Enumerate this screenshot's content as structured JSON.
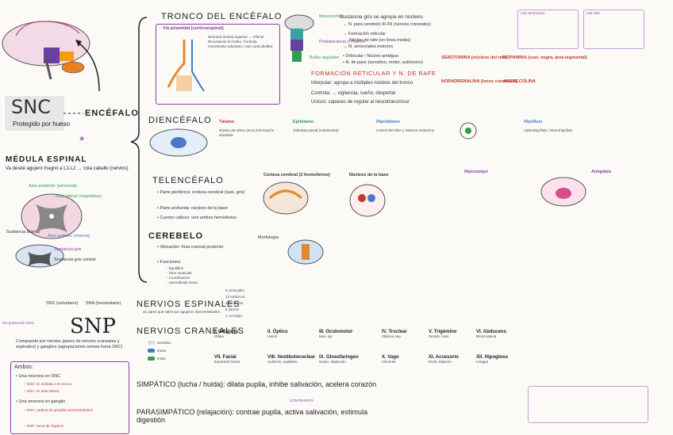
{
  "snc": {
    "title": "SNC",
    "subtitle": "Protegido por hueso"
  },
  "encefalo": {
    "title": "ENCÉFALO"
  },
  "medula": {
    "title": "MÉDULA ESPINAL",
    "sub": "Va desde agujero magno a L1-L2 → cola caballo (nervios)",
    "labels": [
      "Asta posterior (sensorial)",
      "Asta lateral (vegetativa)",
      "Asta anterior (motora)",
      "Sustancia blanca",
      "Sustancia gris",
      "Sustancia gris central"
    ]
  },
  "tronco": {
    "title": "TRONCO DEL ENCÉFALO",
    "parts": [
      "Mesencéfalo",
      "Protuberancia o Puente",
      "Bulbo raquídeo"
    ],
    "lines": [
      "Sustancia gris se agrupa en núcleos",
      "→ N. para cerebelo III-XII (nervios craneales)",
      "→ Formación reticular",
      "Núcleo de rafe (en línea media)",
      "→ N. sensoriales motores",
      "• Orbicular / Núcleo ambiguo",
      "• N. de paso (sensitivo, motor, autónomo)"
    ],
    "formacion_title": "FORMACIÓN RETICULAR Y N. DE RAFE",
    "formacion_lines": [
      "Interpolar: agrupa a múltiples núcleos del tronco",
      "Controla: → vigilancia, sueño, despertar",
      "Únicos: capaces de regular al neurotransmisor"
    ],
    "vias_title": "Vía piramidal (corticoespinal)",
    "red_items": [
      "SEROTONINA (núcleos del rafe)",
      "NORADRENALINA (locus coeruleus)",
      "DOPAMINA (sust. negra, área tegmental)",
      "ACETILCOLINA"
    ]
  },
  "diencefalo": {
    "title": "DIENCÉFALO",
    "parts": [
      "Tálamo",
      "Epitálamo",
      "Hipotálamo",
      "Hipófisis"
    ],
    "desc": [
      "Núcleo de relevo de la información sensitiva",
      "Glándula pineal (melatonina)",
      "Control del SNA y sistema endocrino",
      "Adenohipófisis / Neurohipófisis"
    ]
  },
  "telencefalo": {
    "title": "TELENCÉFALO",
    "lines": [
      "• Parte periférica: corteza cerebral (sust. gris)",
      "• Parte profunda: núcleos de la base",
      "• Cuerpo calloso: une ambos hemisferios"
    ],
    "parts": [
      "Corteza cerebral (2 hemisferios)",
      "Núcleos de la base",
      "Hipocampo",
      "Amígdala"
    ]
  },
  "cerebelo": {
    "title": "CEREBELO",
    "lines": [
      "• Ubicación: fosa craneal posterior",
      "• Funciones:",
      "- Equilibrio",
      "- Tono muscular",
      "- Coordinación",
      "- Aprendizaje motor"
    ],
    "sub": "Morfología"
  },
  "snp": {
    "title": "SNP",
    "desc": "Compuesto por nervios (pares de nervios craneales y espinales) y ganglios (agrupaciones somas fuera SNC)",
    "left_note": "Sin protección ósea",
    "labels": [
      "SNS (voluntario)",
      "SNA (involuntario)"
    ]
  },
  "espinales": {
    "title": "NERVIOS ESPINALES",
    "sub": "31 pares que salen por agujeros intervertebrales",
    "list": [
      "8 cervicales",
      "12 torácicos",
      "5 lumbares",
      "5 sacros",
      "1 coccígeo"
    ]
  },
  "craneales": {
    "title": "NERVIOS CRANEALES",
    "legend": [
      "sensitivo",
      "motor",
      "mixto"
    ],
    "nerves": [
      {
        "n": "I. Olfatorio",
        "d": "Olfato"
      },
      {
        "n": "II. Óptico",
        "d": "Visión"
      },
      {
        "n": "III. Oculomotor",
        "d": "Mov. ojo"
      },
      {
        "n": "IV. Troclear",
        "d": "Oblicuo sup."
      },
      {
        "n": "V. Trigémino",
        "d": "Sensib. cara"
      },
      {
        "n": "VI. Abducens",
        "d": "Recto lateral"
      },
      {
        "n": "VII. Facial",
        "d": "Expresión facial"
      },
      {
        "n": "VIII. Vestibulococlear",
        "d": "Audición, equilibrio"
      },
      {
        "n": "IX. Glosofaríngeo",
        "d": "Gusto, deglución"
      },
      {
        "n": "X. Vago",
        "d": "Vísceras"
      },
      {
        "n": "XI. Accesorio",
        "d": "ECM, trapecio"
      },
      {
        "n": "XII. Hipogloso",
        "d": "Lengua"
      }
    ]
  },
  "autonomo": {
    "simpatico": "SIMPÁTICO (lucha / huida): dilata pupila, inhibe salivación, acelera corazón",
    "parasimpatico": "PARASIMPÁTICO (relajación): contrae pupila, activa salivación, estimula digestión",
    "note": "CONTRARIOS"
  },
  "ambos": {
    "title": "Ambos:",
    "lines": [
      "• Una neurona en SNC",
      "– SNS: en médula o en tronco",
      "– SNA: en asta lateral",
      "• Una neurona en ganglio",
      "– SNA: cadena de ganglios paravertebrales",
      "– SNP: cerca de órganos"
    ]
  },
  "corner_boxes": [
    "Los ventrículos",
    "Las vías"
  ],
  "colors": {
    "purple": "#8a3fa8",
    "red": "#c0392b",
    "green": "#3a9b4a",
    "orange": "#e08a2c",
    "blue": "#4a79c4"
  }
}
